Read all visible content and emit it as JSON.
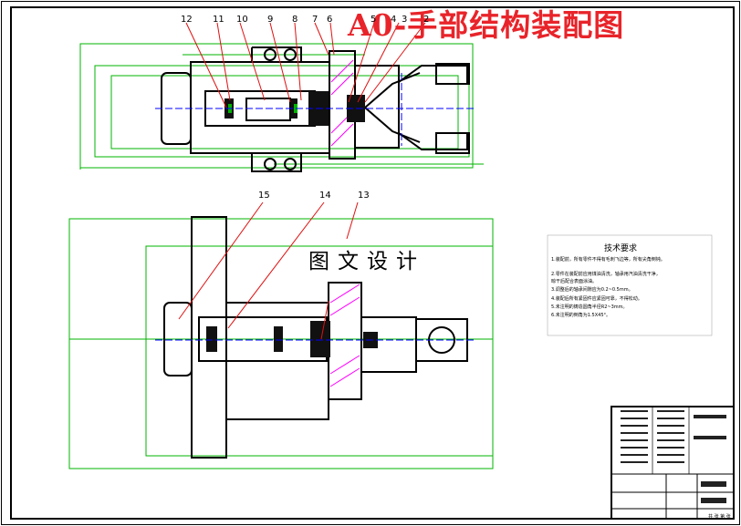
{
  "drawing": {
    "title": "A0-手部结构装配图",
    "watermark": "图文设计",
    "part_numbers_top": [
      "12",
      "11",
      "10",
      "9",
      "8",
      "7",
      "6",
      "5",
      "4",
      "3",
      "2"
    ],
    "part_numbers_bottom": [
      "15",
      "14",
      "13"
    ],
    "tech_requirements": {
      "title": "技术要求",
      "items": [
        "1.装配前，所有零件不得有毛刺飞边等，所有尖角倒钝。",
        "2.零件在装配前应用煤油清洗，轴承用汽油清洗干净，",
        "  晾干后配合表面涂油。",
        "3.调整后的轴承间隙应为0.2~0.5mm。",
        "4.装配后所有紧固件应紧固可靠，不得松动。",
        "5.未注明的铸造圆角半径R2~3mm。",
        "6.未注明的倒角为1.5X45°。"
      ]
    },
    "title_block_note": "共 张 第 张",
    "colors": {
      "title": "#e8242a",
      "outline": "#000000",
      "dimension": "#00b400",
      "leader": "#e01010",
      "centerline": "#0000ff",
      "section": "#ff00ff"
    }
  }
}
